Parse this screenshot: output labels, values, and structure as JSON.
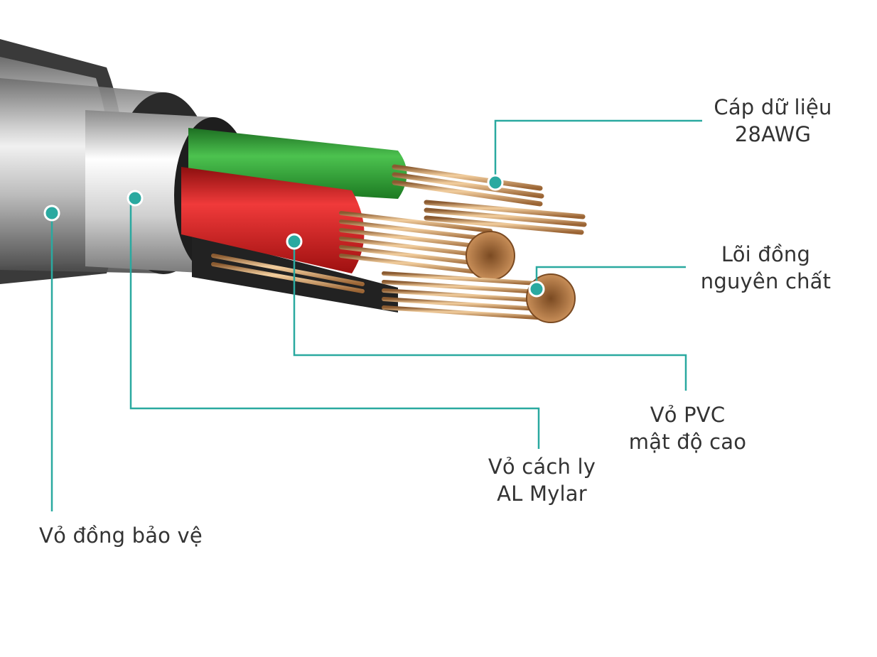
{
  "colors": {
    "leader": "#2aa9a0",
    "text": "#333333",
    "background": "#ffffff",
    "green_insulation": "#2f9e36",
    "red_insulation": "#d81d1d",
    "copper": "#c88e58",
    "foil": "#c9c9c9"
  },
  "callouts": [
    {
      "id": "data-cable",
      "lines": [
        "Cáp dữ liệu",
        "28AWG"
      ]
    },
    {
      "id": "pure-copper-core",
      "lines": [
        "Lõi đồng",
        "nguyên chất"
      ]
    },
    {
      "id": "pvc-sheath",
      "lines": [
        "Vỏ PVC",
        "mật độ cao"
      ]
    },
    {
      "id": "mylar-shield",
      "lines": [
        "Vỏ cách ly",
        "AL Mylar"
      ]
    },
    {
      "id": "copper-braid-jacket",
      "lines": [
        "Vỏ đồng bảo vệ"
      ]
    }
  ]
}
